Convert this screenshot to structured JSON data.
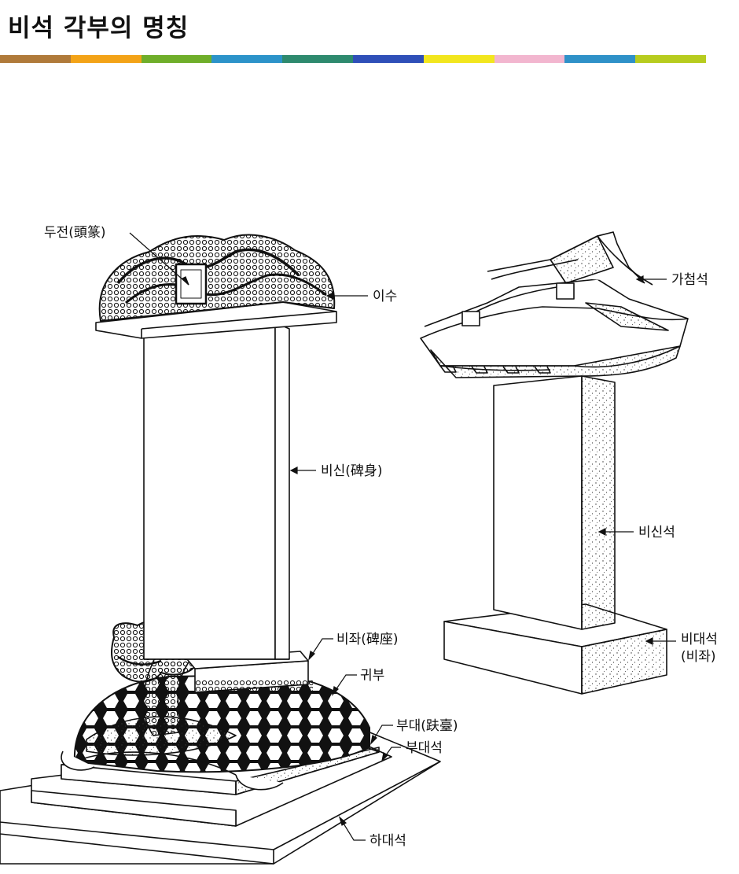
{
  "title": "비석 각부의 명칭",
  "stripe_colors": [
    "#b07a3a",
    "#f3a317",
    "#6fae2a",
    "#2c93c9",
    "#2e8a6e",
    "#2f4fb8",
    "#f2e61e",
    "#f2b6cf",
    "#2f91c8",
    "#b7cc1f"
  ],
  "left_monument": {
    "labels": {
      "dujeon": "두전(頭篆)",
      "isu": "이수",
      "bisin": "비신(碑身)",
      "bijwa": "비좌(碑座)",
      "gwibu": "귀부",
      "budae": "부대(趺臺)",
      "budaeseok": "부대석",
      "hadaeseok": "하대석"
    }
  },
  "right_monument": {
    "labels": {
      "gacheomseok": "가첨석",
      "bisinseok": "비신석",
      "bidaeseok_line1": "비대석",
      "bidaeseok_line2": "(비좌)"
    }
  }
}
